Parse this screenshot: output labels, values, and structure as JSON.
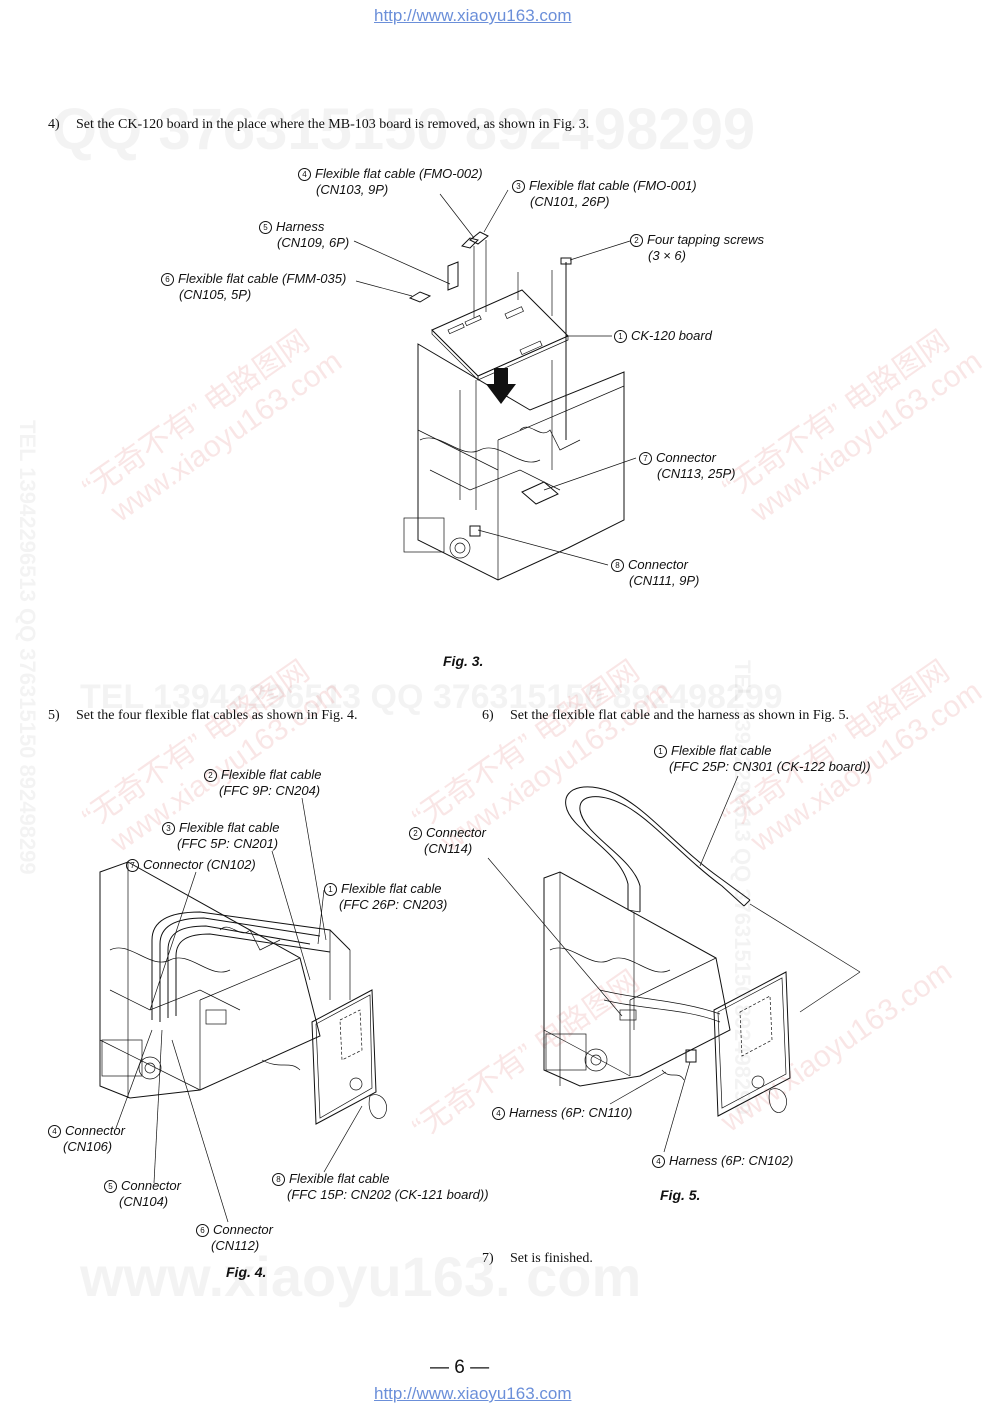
{
  "header": {
    "url": "http://www.xiaoyu163.com"
  },
  "footer": {
    "url": "http://www.xiaoyu163.com",
    "page_number": "— 6 —"
  },
  "watermarks": {
    "qq_line": "QQ 376315150   892498299",
    "tel_line": "TEL 13942296513   QQ 376315150   892498299",
    "www_line": "www.xiaoyu163. com",
    "side_text": "TEL 13942296513  QQ 376315150  892498299",
    "red_cn": "“无奇不有” 电路图网",
    "red_url": "www.xiaoyu163.com"
  },
  "steps": {
    "s4": {
      "num": "4)",
      "text": "Set the CK-120 board in the place where the MB-103 board is removed, as shown in Fig. 3."
    },
    "s5": {
      "num": "5)",
      "text": "Set the four flexible flat cables as shown in Fig. 4."
    },
    "s6": {
      "num": "6)",
      "text": "Set the flexible flat cable and the harness as shown in Fig. 5."
    },
    "s7": {
      "num": "7)",
      "text": "Set is finished."
    }
  },
  "fig3": {
    "caption": "Fig. 3.",
    "labels": [
      {
        "mark": "4",
        "l1": "Flexible flat cable (FMO-002)",
        "l2": "(CN103, 9P)"
      },
      {
        "mark": "3",
        "l1": "Flexible flat cable (FMO-001)",
        "l2": "(CN101, 26P)"
      },
      {
        "mark": "5",
        "l1": "Harness",
        "l2": "(CN109, 6P)"
      },
      {
        "mark": "2",
        "l1": "Four tapping screws",
        "l2": "(3 × 6)"
      },
      {
        "mark": "6",
        "l1": "Flexible flat cable (FMM-035)",
        "l2": "(CN105, 5P)"
      },
      {
        "mark": "1",
        "l1": "CK-120 board",
        "l2": ""
      },
      {
        "mark": "7",
        "l1": "Connector",
        "l2": "(CN113, 25P)"
      },
      {
        "mark": "8",
        "l1": "Connector",
        "l2": "(CN111, 9P)"
      }
    ]
  },
  "fig4": {
    "caption": "Fig. 4.",
    "labels": [
      {
        "mark": "2",
        "l1": "Flexible flat cable",
        "l2": "(FFC 9P: CN204)"
      },
      {
        "mark": "3",
        "l1": "Flexible flat cable",
        "l2": "(FFC 5P: CN201)"
      },
      {
        "mark": "7",
        "l1": "Connector (CN102)",
        "l2": ""
      },
      {
        "mark": "1",
        "l1": "Flexible flat cable",
        "l2": "(FFC 26P: CN203)"
      },
      {
        "mark": "4",
        "l1": "Connector",
        "l2": "(CN106)"
      },
      {
        "mark": "5",
        "l1": "Connector",
        "l2": "(CN104)"
      },
      {
        "mark": "8",
        "l1": "Flexible flat cable",
        "l2": "(FFC 15P: CN202 (CK-121 board))"
      },
      {
        "mark": "6",
        "l1": "Connector",
        "l2": "(CN112)"
      }
    ]
  },
  "fig5": {
    "caption": "Fig. 5.",
    "labels": [
      {
        "mark": "1",
        "l1": "Flexible flat cable",
        "l2": "(FFC 25P: CN301 (CK-122 board))"
      },
      {
        "mark": "2",
        "l1": "Connector",
        "l2": "(CN114)"
      },
      {
        "mark": "4",
        "l1": "Harness (6P: CN110)",
        "l2": ""
      },
      {
        "mark": "4",
        "l1": "Harness (6P: CN102)",
        "l2": ""
      }
    ]
  }
}
